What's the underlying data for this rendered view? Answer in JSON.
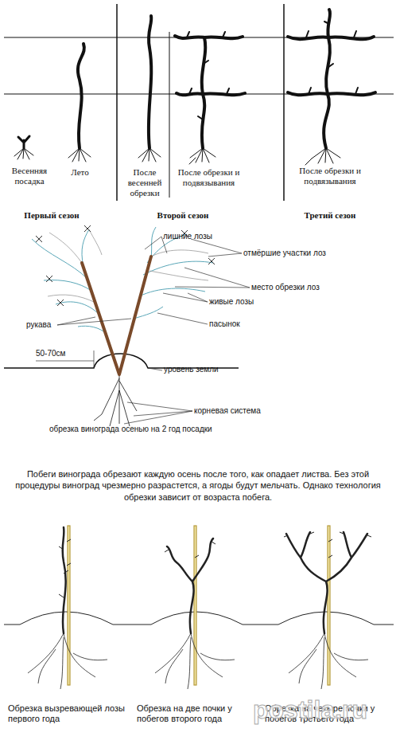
{
  "diagram": {
    "labels": [
      "Весенняя посадка",
      "Лето",
      "После весенней обрезки",
      "После обрезки и подвязывания",
      "После обрезки и подвязывания",
      "Первый сезон",
      "Второй сезон",
      "Третий сезон",
      "лишние лозы",
      "отмёршие участки лоз",
      "место обрезки лоз",
      "живые лозы",
      "пасынок",
      "рукава",
      "50-70см",
      "уровень земли",
      "корневая система",
      "обрезка винограда осенью на 2 год посадки",
      "Побеги винограда обрезают каждую осень после того, как опадает листва. Без этой процедуры виноград чрезмерно разрастется, а ягоды будут мельчать. Однако технология обрезки зависит от возраста побега.",
      "Обрезка вызревающей лозы первого года",
      "Обрезка на две почки у побегов второго года",
      "Обрезка на четыре почки у побегов третьего года",
      "postila.ru"
    ]
  }
}
